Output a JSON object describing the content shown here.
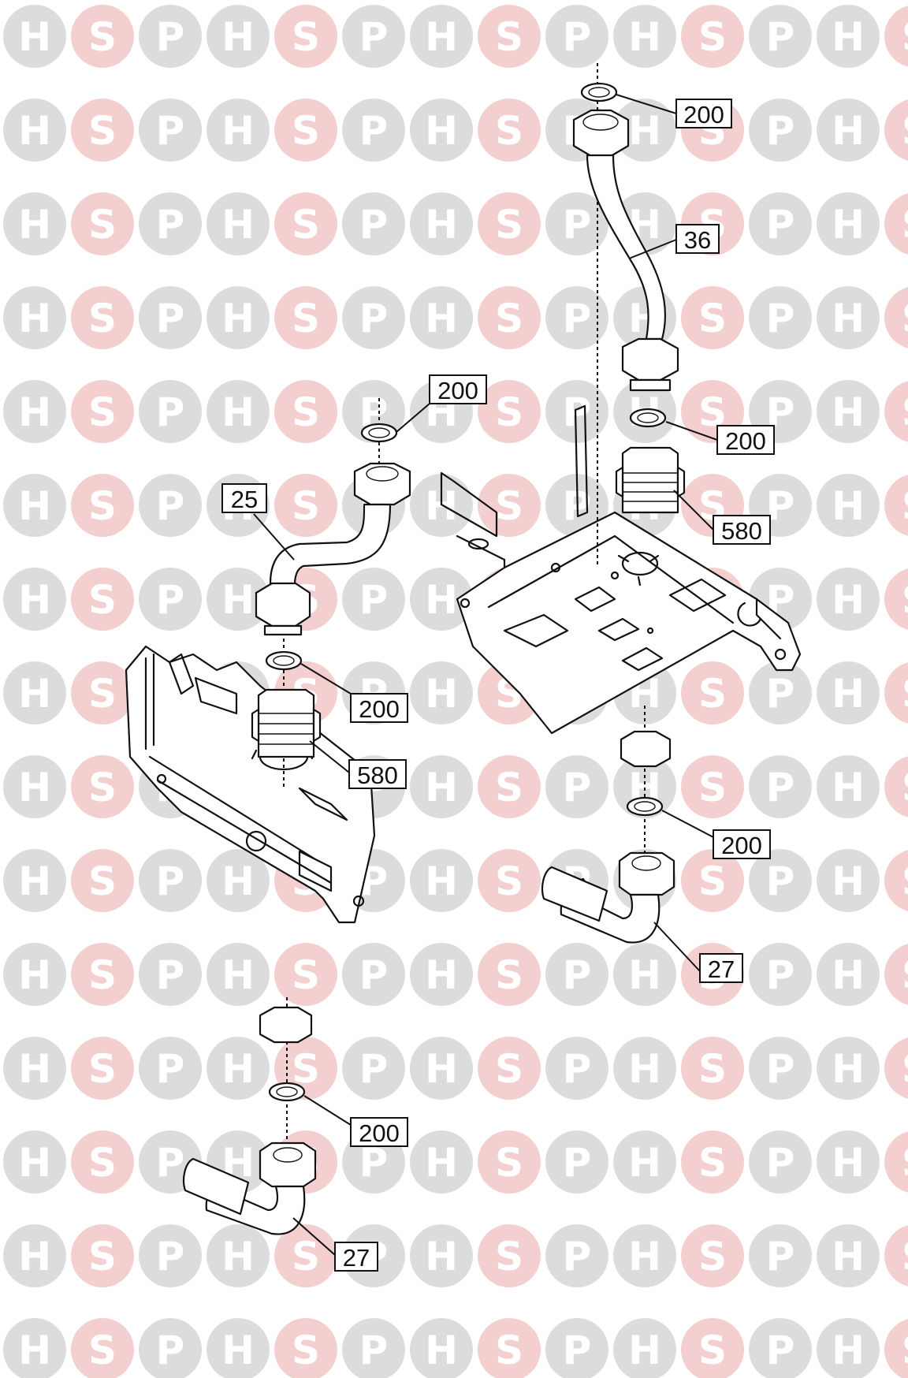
{
  "watermark": {
    "letters": [
      "H",
      "S",
      "P"
    ],
    "colors": {
      "H": "#dcdcdc",
      "S": "#f3cfcf",
      "P": "#dcdcdc"
    }
  },
  "callouts": [
    {
      "id": "c1",
      "label": "200"
    },
    {
      "id": "c2",
      "label": "36"
    },
    {
      "id": "c3",
      "label": "200"
    },
    {
      "id": "c4",
      "label": "580"
    },
    {
      "id": "c5",
      "label": "200"
    },
    {
      "id": "c6",
      "label": "25"
    },
    {
      "id": "c7",
      "label": "200"
    },
    {
      "id": "c8",
      "label": "580"
    },
    {
      "id": "c9",
      "label": "200"
    },
    {
      "id": "c10",
      "label": "27"
    },
    {
      "id": "c11",
      "label": "200"
    },
    {
      "id": "c12",
      "label": "27"
    }
  ]
}
